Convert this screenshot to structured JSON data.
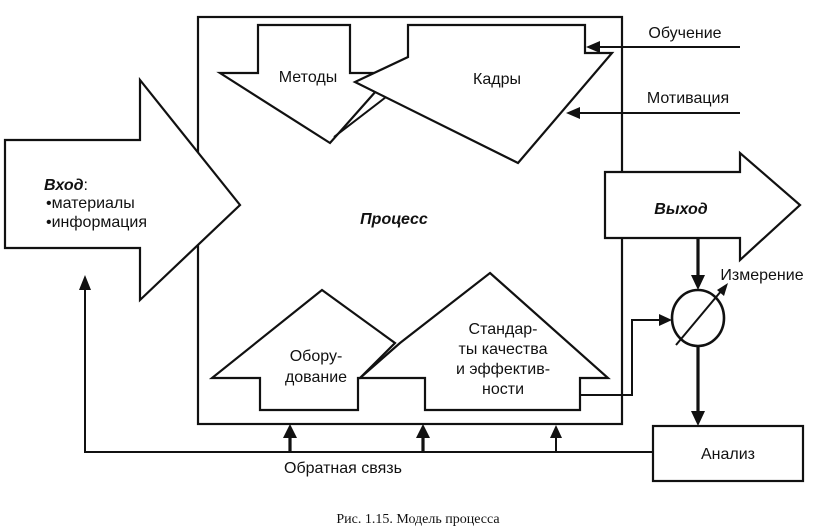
{
  "diagram": {
    "input_title": "Вход",
    "input_title_suffix": ":",
    "input_items": [
      "•материалы",
      "•информация"
    ],
    "methods": "Методы",
    "staff": "Кадры",
    "training": "Обучение",
    "motivation": "Мотивация",
    "process": "Процесс",
    "output": "Выход",
    "measurement": "Измерение",
    "equipment_lines": [
      "Обору-",
      "дование"
    ],
    "standards_lines": [
      "Стандар-",
      "ты качества",
      "и эффектив-",
      "ности"
    ],
    "analysis": "Анализ",
    "feedback": "Обратная связь"
  },
  "caption": "Рис. 1.15. Модель процесса"
}
